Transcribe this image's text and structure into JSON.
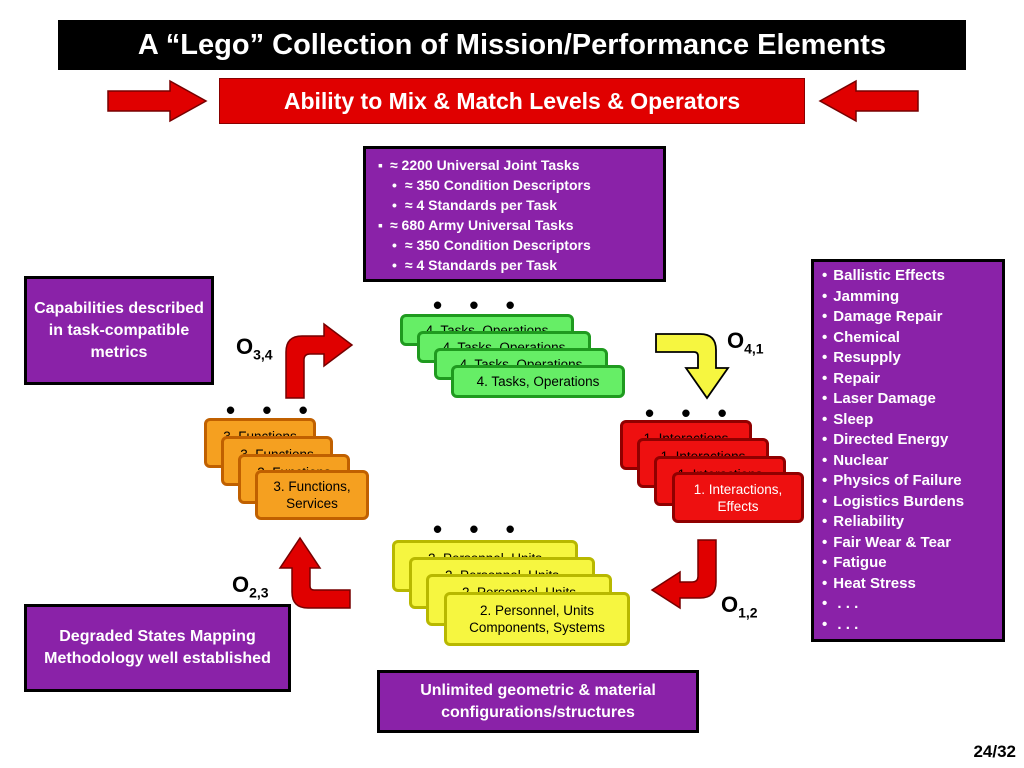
{
  "title": "A “Lego” Collection of Mission/Performance Elements",
  "subtitle": "Ability to Mix & Match Levels & Operators",
  "tasks_box": {
    "items": [
      {
        "level": 1,
        "text": "≈ 2200 Universal Joint Tasks"
      },
      {
        "level": 2,
        "text": "≈ 350 Condition Descriptors"
      },
      {
        "level": 2,
        "text": "≈ 4 Standards per Task"
      },
      {
        "level": 1,
        "text": "≈ 680 Army Universal Tasks"
      },
      {
        "level": 2,
        "text": "≈ 350 Condition Descriptors"
      },
      {
        "level": 2,
        "text": "≈ 4 Standards per Task"
      }
    ]
  },
  "capabilities_box": "Capabilities described in task-compatible metrics",
  "degraded_box": "Degraded States Mapping Methodology well established",
  "geometric_box": "Unlimited geometric & material configurations/structures",
  "effects_list": [
    "Ballistic Effects",
    "Jamming",
    "Damage Repair",
    "Chemical",
    "Resupply",
    "Repair",
    "Laser Damage",
    "Sleep",
    "Directed Energy",
    "Nuclear",
    "Physics of Failure",
    "Logistics Burdens",
    "Reliability",
    "Fair Wear & Tear",
    "Fatigue",
    "Heat Stress",
    "  .  .  .",
    "  .  .  ."
  ],
  "levels": {
    "tasks": "4. Tasks, Operations",
    "functions_line1": "3. Functions,",
    "functions_line2": "Services",
    "functions_back": "3. Functions",
    "interactions_line1": "1. Interactions,",
    "interactions_line2": "Effects",
    "interactions_back": "1. Interactions",
    "personnel_line1": "2. Personnel, Units",
    "personnel_line2": "Components, Systems",
    "personnel_back": "2. Personnel, Units"
  },
  "ellipsis": "• • •",
  "operators": {
    "o34": {
      "base": "O",
      "sub": "3,4"
    },
    "o41": {
      "base": "O",
      "sub": "4,1"
    },
    "o12": {
      "base": "O",
      "sub": "1,2"
    },
    "o23": {
      "base": "O",
      "sub": "2,3"
    }
  },
  "page_number": "24/32",
  "colors": {
    "red": "#e00000",
    "purple": "#8a22a8",
    "green": "#66ee66",
    "orange": "#f5a020",
    "yellow": "#f6f640"
  }
}
